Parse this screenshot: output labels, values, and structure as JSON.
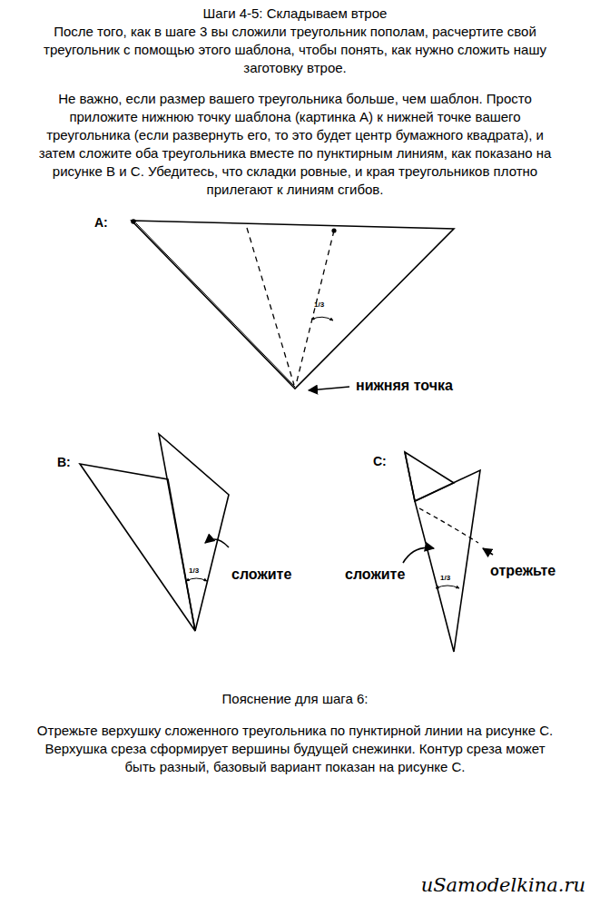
{
  "diagram": {
    "title": "Шаги 4-5: Складываем втрое",
    "labels": [
      "После того, как в шаге 3 вы сложили треугольник пополам, расчертите свой треугольник с помощью этого шаблона, чтобы понять, как нужно сложить нашу заготовку втрое.",
      "Не важно, если размер вашего треугольника больше, чем шаблон. Просто приложите нижнюю точку шаблона (картинка А) к нижней точке вашего треугольника (если развернуть его, то это будет центр бумажного квадрата), и затем сложите оба треугольника вместе по пунктирным линиям, как показано на рисунке В и С. Убедитесь, что складки ровные, и края треугольников плотно прилегают к линиям сгибов.",
      "A:",
      "1/3",
      "нижняя точка",
      "B:",
      "1/3",
      "сложите",
      "C:",
      "сложите",
      "1/3",
      "отрежьте",
      "Пояснение для шага 6:",
      "Отрежьте верхушку сложенного треугольника по пунктирной линии на рисунке С. Верхушка среза сформирует вершины будущей снежинки. Контур среза может быть разный, базовый вариант показан на рисунке С.",
      "uSamodelkina.ru"
    ]
  }
}
